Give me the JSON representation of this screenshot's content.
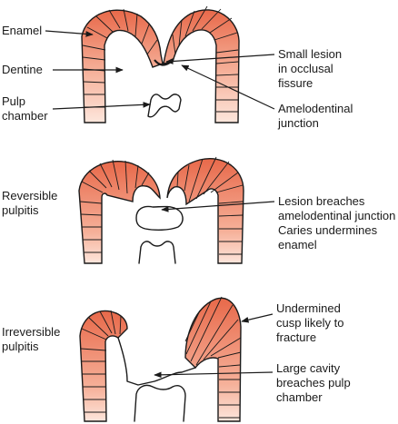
{
  "colors": {
    "enamel_dark": "#e8694a",
    "enamel_light": "#fde6dc",
    "outline": "#1a1a1a",
    "background": "#ffffff"
  },
  "panel1": {
    "labels_left": [
      "Enamel",
      "Dentine",
      "Pulp",
      "chamber"
    ],
    "lesion": [
      "Small lesion",
      "in occlusal",
      "fissure"
    ],
    "junction": [
      "Amelodentinal",
      "junction"
    ]
  },
  "panel2": {
    "stage": [
      "Reversible",
      "pulpitis"
    ],
    "note": [
      "Lesion breaches",
      "amelodentinal junction",
      "Caries undermines",
      "enamel"
    ]
  },
  "panel3": {
    "stage": [
      "Irreversible",
      "pulpitis"
    ],
    "cusp": [
      "Undermined",
      "cusp likely to",
      "fracture"
    ],
    "cavity": [
      "Large cavity",
      "breaches pulp",
      "chamber"
    ]
  }
}
